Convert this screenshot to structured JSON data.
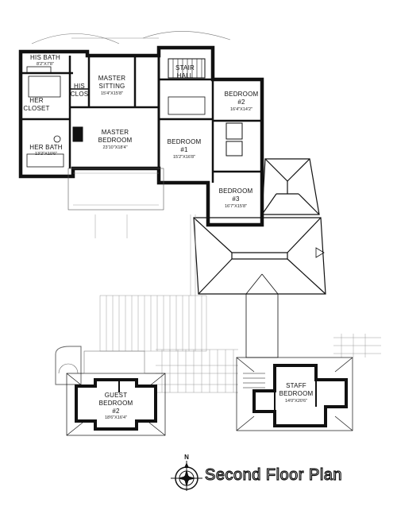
{
  "title": "Second Floor Plan",
  "north_label": "N",
  "rooms": {
    "his_bath": {
      "name": "HIS BATH",
      "dims": "8'2\"X7'8\""
    },
    "his_clos": {
      "name_line1": "HIS",
      "name_line2": "CLOS"
    },
    "master_sitting": {
      "name_line1": "MASTER",
      "name_line2": "SITTING",
      "dims": "15'4\"X15'8\""
    },
    "stair_hall": {
      "name_line1": "STAIR",
      "name_line2": "HALL"
    },
    "her_closet": {
      "name_line1": "HER",
      "name_line2": "CLOSET"
    },
    "bedroom_2": {
      "name_line1": "BEDROOM",
      "name_line2": "#2",
      "dims": "16'4\"X14'2\""
    },
    "master_bedroom": {
      "name_line1": "MASTER",
      "name_line2": "BEDROOM",
      "dims": "23'10\"X18'4\""
    },
    "bedroom_1": {
      "name_line1": "BEDROOM",
      "name_line2": "#1",
      "dims": "15'2\"X16'8\""
    },
    "her_bath": {
      "name": "HER BATH",
      "dims": "13'2\"X10'6\""
    },
    "bedroom_3": {
      "name_line1": "BEDROOM",
      "name_line2": "#3",
      "dims": "16'7\"X15'8\""
    },
    "guest_bedroom": {
      "name_line1": "GUEST",
      "name_line2": "BEDROOM",
      "name_line3": "#2",
      "dims": "18'6\"X16'4\""
    },
    "staff_bedroom": {
      "name_line1": "STAFF",
      "name_line2": "BEDROOM",
      "dims": "14'0\"X20'6\""
    }
  }
}
